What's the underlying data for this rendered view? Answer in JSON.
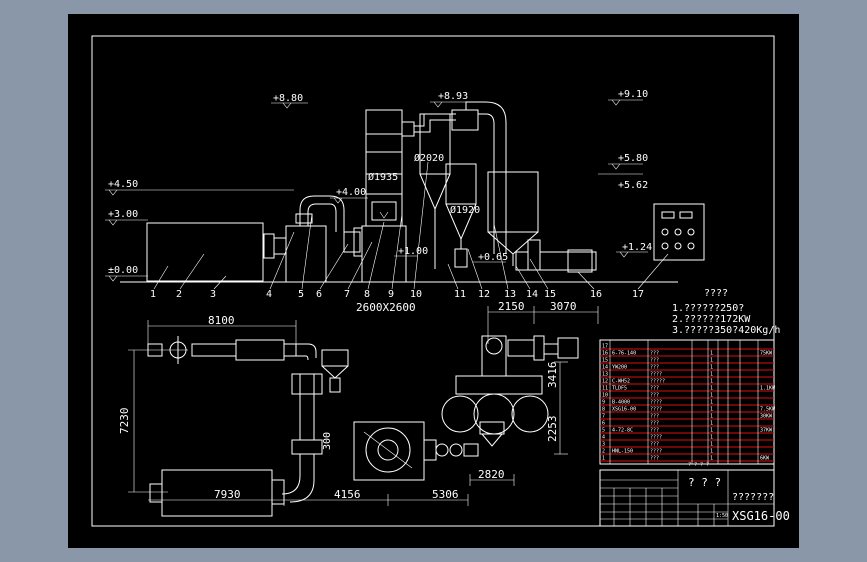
{
  "elevations": [
    {
      "label": "+8.80"
    },
    {
      "label": "+8.93"
    },
    {
      "label": "+9.10"
    },
    {
      "label": "+5.80"
    },
    {
      "label": "+5.62"
    },
    {
      "label": "+4.50"
    },
    {
      "label": "+4.00"
    },
    {
      "label": "+3.00"
    },
    {
      "label": "±0.00"
    },
    {
      "label": "+1.24"
    },
    {
      "label": "+1.00"
    },
    {
      "label": "+0.65"
    }
  ],
  "equipment_dims": {
    "dia1": "Ø1935",
    "dia2": "Ø1920",
    "dia3": "Ø2020"
  },
  "part_numbers": [
    "1",
    "2",
    "3",
    "4",
    "5",
    "6",
    "7",
    "8",
    "9",
    "10",
    "11",
    "12",
    "13",
    "14",
    "15",
    "16",
    "17"
  ],
  "plan_dims": {
    "d2600": "2600X2600",
    "d2150": "2150",
    "d3070": "3070",
    "d8100": "8100",
    "d7230": "7230",
    "d3416": "3416",
    "d2253": "2253",
    "d2820": "2820",
    "d7930": "7930",
    "d4156": "4156",
    "d5306": "5306",
    "d300": "300"
  },
  "notes": {
    "title": "????",
    "line1": "1.??????250?",
    "line2": "2.??????172KW",
    "line3": "3.?????350?420Kg/h"
  },
  "parts_table": {
    "rows": [
      {
        "no": "17",
        "code": "",
        "name": "",
        "qty": "",
        "note": ""
      },
      {
        "no": "16",
        "code": "6-76-140",
        "name": "???",
        "qty": "1",
        "note": "75KW"
      },
      {
        "no": "15",
        "code": "",
        "name": "???",
        "qty": "1",
        "note": ""
      },
      {
        "no": "14",
        "code": "YW200",
        "name": "???",
        "qty": "1",
        "note": ""
      },
      {
        "no": "13",
        "code": "",
        "name": "????",
        "qty": "1",
        "note": ""
      },
      {
        "no": "12",
        "code": "C-WH52",
        "name": "?????",
        "qty": "1",
        "note": ""
      },
      {
        "no": "11",
        "code": "TLDF5",
        "name": "???",
        "qty": "1",
        "note": "1.1KW"
      },
      {
        "no": "10",
        "code": "",
        "name": "???",
        "qty": "1",
        "note": ""
      },
      {
        "no": "9",
        "code": "B-4000",
        "name": "????",
        "qty": "1",
        "note": ""
      },
      {
        "no": "8",
        "code": "XSG16-00",
        "name": "????",
        "qty": "1",
        "note": "7.5KW"
      },
      {
        "no": "7",
        "code": "",
        "name": "???",
        "qty": "1",
        "note": "30KW"
      },
      {
        "no": "6",
        "code": "",
        "name": "???",
        "qty": "1",
        "note": ""
      },
      {
        "no": "5",
        "code": "4-72-8C",
        "name": "???",
        "qty": "1",
        "note": "37KW"
      },
      {
        "no": "4",
        "code": "",
        "name": "????",
        "qty": "1",
        "note": ""
      },
      {
        "no": "3",
        "code": "",
        "name": "???",
        "qty": "1",
        "note": ""
      },
      {
        "no": "2",
        "code": "HNL-150",
        "name": "????",
        "qty": "1",
        "note": ""
      },
      {
        "no": "1",
        "code": "",
        "name": "???",
        "qty": "1",
        "note": "6KW"
      }
    ],
    "footer": "? ? ? ?"
  },
  "title_block": {
    "title": "? ? ?",
    "subtitle": "???????",
    "drawing_no": "XSG16-00",
    "scale": "1:50"
  },
  "colors": {
    "background": "#8a97a8",
    "sheet": "#000000",
    "lines": "#ffffff",
    "table_rows": "#d11111"
  }
}
